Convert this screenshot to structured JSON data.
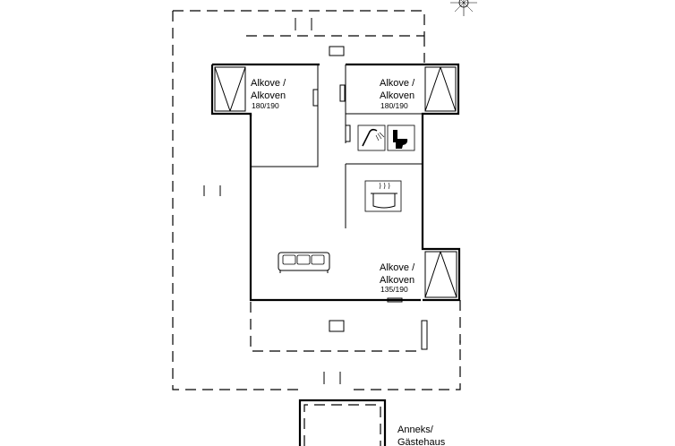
{
  "rooms": {
    "alcove_nw": {
      "line1": "Alkove /",
      "line2": "Alkoven",
      "size": "180/190"
    },
    "alcove_ne": {
      "line1": "Alkove /",
      "line2": "Alkoven",
      "size": "180/190"
    },
    "alcove_se": {
      "line1": "Alkove /",
      "line2": "Alkoven",
      "size": "135/190"
    },
    "annex": {
      "line1": "Anneks/",
      "line2": "Gästehaus"
    }
  },
  "icons": {
    "compass": "compass-rose-icon",
    "shower": "shower-icon",
    "toilet": "toilet-icon",
    "kitchen": "cooking-pot-icon",
    "sofa": "sofa-icon"
  }
}
